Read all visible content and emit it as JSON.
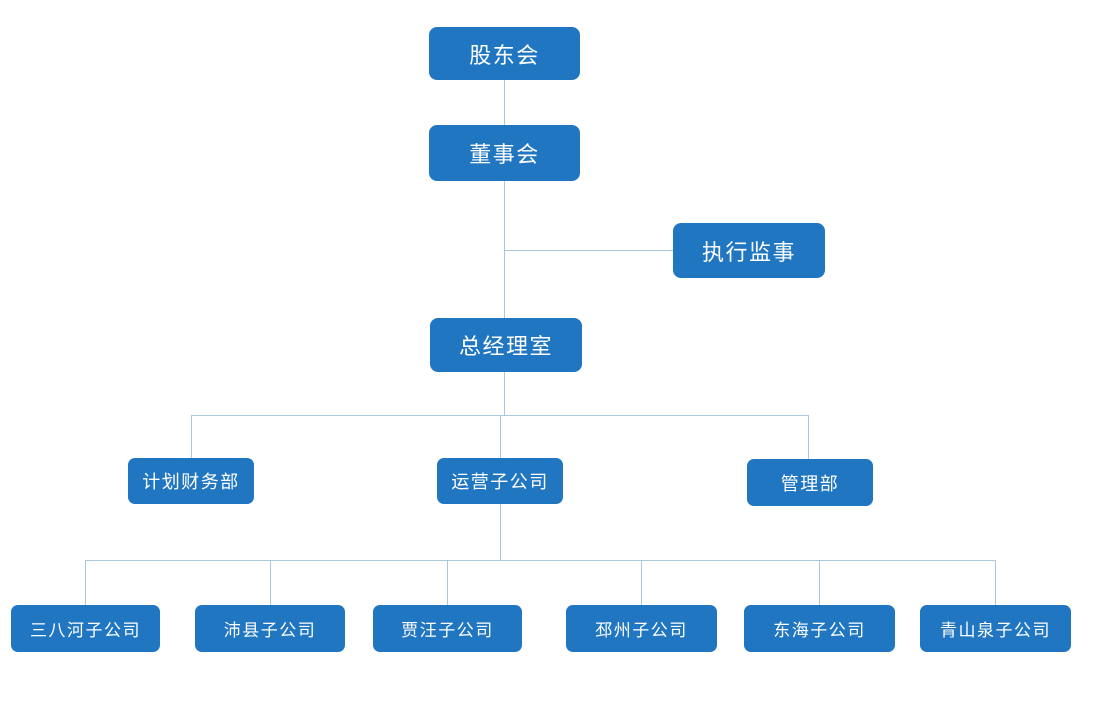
{
  "diagram": {
    "type": "org-chart",
    "colors": {
      "node_fill": "#2176c1",
      "node_text": "#ffffff",
      "connector": "#a9c7d8",
      "background": "#ffffff"
    },
    "nodes": {
      "shareholders": {
        "label": "股东会",
        "level": 1
      },
      "board": {
        "label": "董事会",
        "level": 2
      },
      "executive_supervisor": {
        "label": "执行监事",
        "level": 2
      },
      "general_manager_office": {
        "label": "总经理室",
        "level": 3
      },
      "planning_finance_dept": {
        "label": "计划财务部",
        "level": 4
      },
      "operating_subsidiary": {
        "label": "运营子公司",
        "level": 4
      },
      "management_dept": {
        "label": "管理部",
        "level": 4
      },
      "sanbahe_subsidiary": {
        "label": "三八河子公司",
        "level": 5
      },
      "peixian_subsidiary": {
        "label": "沛县子公司",
        "level": 5
      },
      "jiawang_subsidiary": {
        "label": "贾汪子公司",
        "level": 5
      },
      "pizhou_subsidiary": {
        "label": "邳州子公司",
        "level": 5
      },
      "donghai_subsidiary": {
        "label": "东海子公司",
        "level": 5
      },
      "qingshanquan_subsidiary": {
        "label": "青山泉子公司",
        "level": 5
      }
    },
    "edges": [
      [
        "shareholders",
        "board"
      ],
      [
        "board",
        "executive_supervisor"
      ],
      [
        "board",
        "general_manager_office"
      ],
      [
        "general_manager_office",
        "planning_finance_dept"
      ],
      [
        "general_manager_office",
        "operating_subsidiary"
      ],
      [
        "general_manager_office",
        "management_dept"
      ],
      [
        "operating_subsidiary",
        "sanbahe_subsidiary"
      ],
      [
        "operating_subsidiary",
        "peixian_subsidiary"
      ],
      [
        "operating_subsidiary",
        "jiawang_subsidiary"
      ],
      [
        "operating_subsidiary",
        "pizhou_subsidiary"
      ],
      [
        "operating_subsidiary",
        "donghai_subsidiary"
      ],
      [
        "operating_subsidiary",
        "qingshanquan_subsidiary"
      ]
    ]
  }
}
